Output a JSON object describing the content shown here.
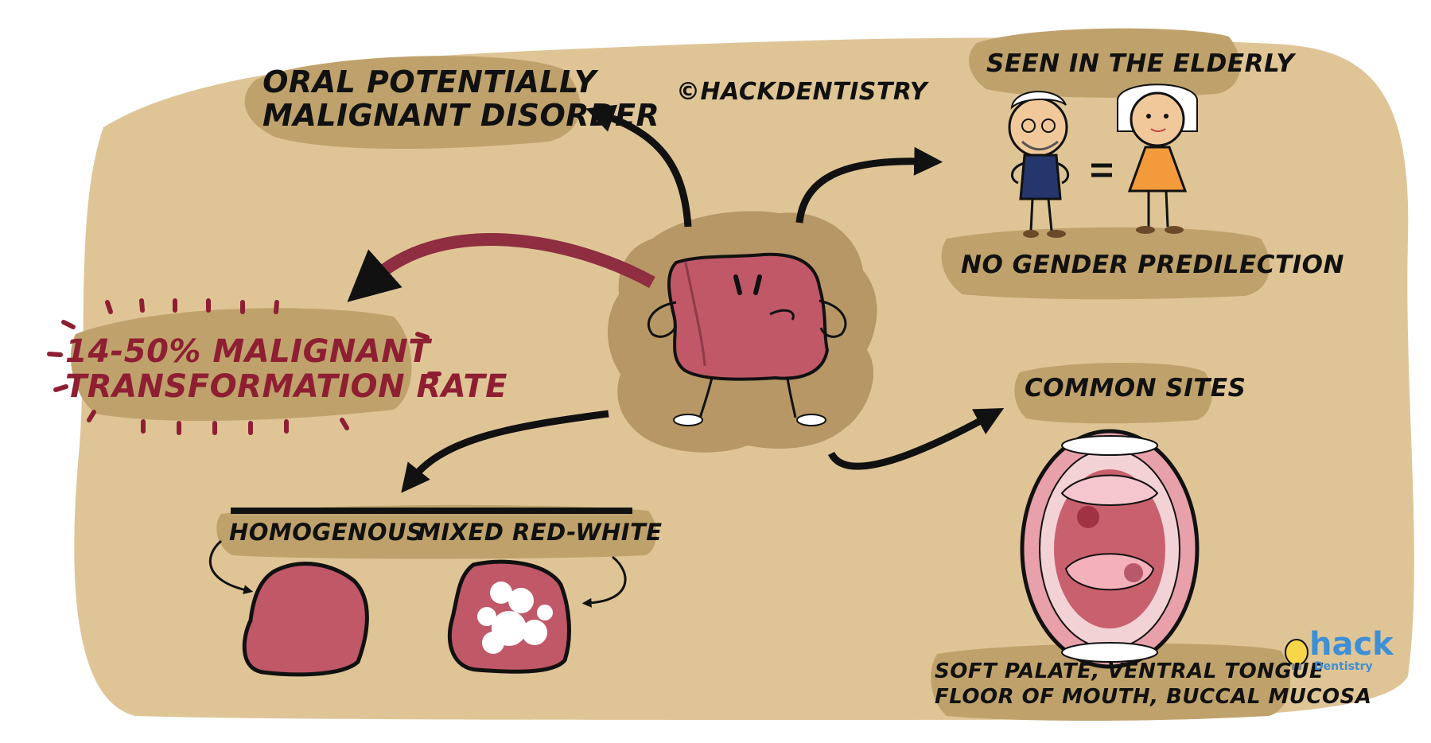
{
  "copyright": "©HACKDENTISTRY",
  "labels": {
    "opmd_line1": "ORAL POTENTIALLY",
    "opmd_line2": "MALIGNANT DISORDER",
    "elderly": "SEEN IN THE ELDERLY",
    "gender": "NO GENDER PREDILECTION",
    "rate_line1": "14-50% MALIGNANT",
    "rate_line2": "TRANSFORMATION RATE",
    "sites_title": "COMMON SITES",
    "sites_line1": "SOFT PALATE, VENTRAL TONGUE",
    "sites_line2": "FLOOR OF MOUTH, BUCCAL MUCOSA",
    "homogenous": "HOMOGENOUS",
    "mixed": "MIXED RED-WHITE"
  },
  "logo": {
    "word": "hack",
    "sub": "Dentistry"
  },
  "colors": {
    "background_blob": "#dfc596",
    "label_blob": "#bfa26b",
    "character_aura": "#b69765",
    "lesion": "#c05868",
    "rate_text": "#8e1f33",
    "arrow_red": "#8e2e40",
    "ink": "#111111"
  }
}
